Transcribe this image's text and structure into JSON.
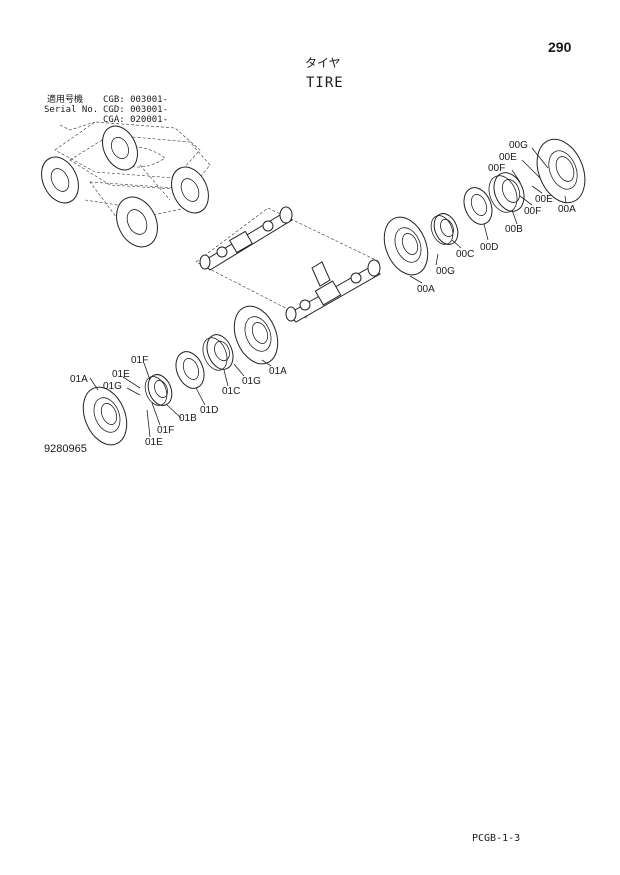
{
  "page": {
    "number": "290",
    "title_jp": "タイヤ",
    "title_en": "TIRE",
    "drawing_number": "9280965",
    "page_code": "PCGB-1-3"
  },
  "serial": {
    "label_jp": "適用号機",
    "label_en": "Serial No.",
    "rows": [
      "CGB: 003001-",
      "CGD: 003001-",
      "CGA: 020001-"
    ]
  },
  "callouts": {
    "c00G": "00G",
    "c00E_a": "00E",
    "c00F_a": "00F",
    "c00E_b": "00E",
    "c00F_b": "00F",
    "c00A_a": "00A",
    "c00B": "00B",
    "c00D": "00D",
    "c00C": "00C",
    "c00G_b": "00G",
    "c00A_b": "00A",
    "c01F_a": "01F",
    "c01A_a": "01A",
    "c01E_a": "01E",
    "c01G_a": "01G",
    "c01C": "01C",
    "c01G_b": "01G",
    "c01A_b": "01A",
    "c01B": "01B",
    "c01D": "01D",
    "c01F_b": "01F",
    "c01E_b": "01E"
  }
}
